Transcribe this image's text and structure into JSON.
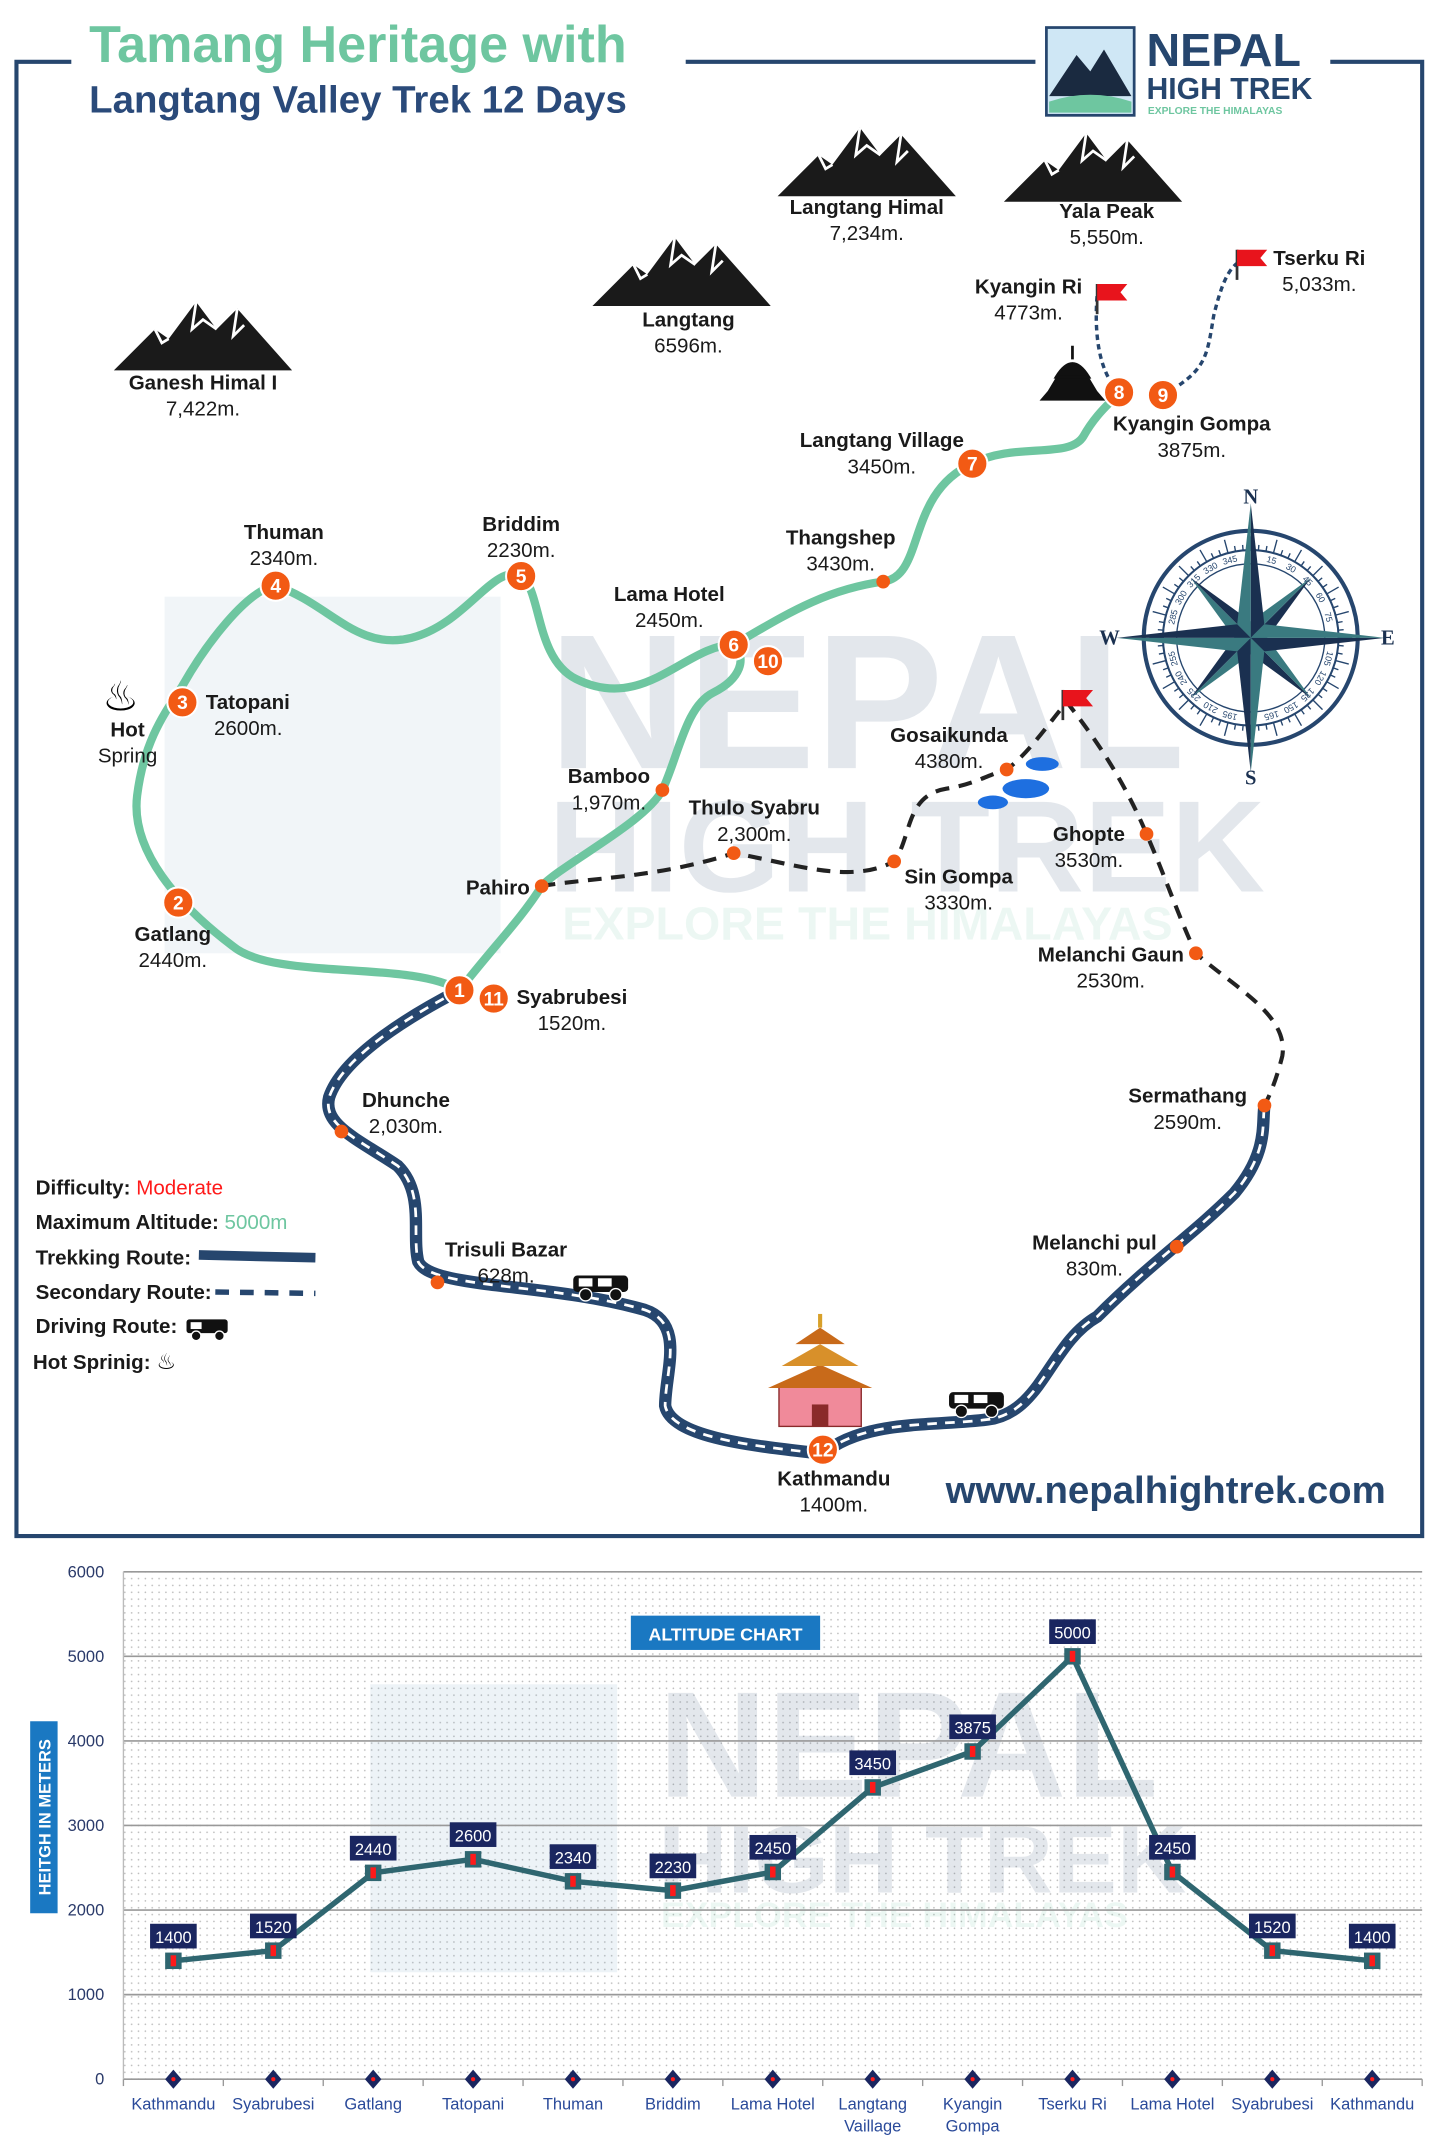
{
  "title": {
    "line1": "Tamang Heritage with",
    "line2": "Langtang Valley Trek 12 Days"
  },
  "logo": {
    "name1": "NEPAL",
    "name2": "HIGH TREK",
    "tagline": "EXPLORE THE HIMALAYAS"
  },
  "colors": {
    "navy": "#26466e",
    "green": "#6ec6a0",
    "marker": "#f25a14",
    "flag": "#e8141c",
    "chart_line": "#2f6670",
    "label_box": "#1a2660",
    "chart_title_box": "#1a78c2"
  },
  "peaks": [
    {
      "name": "Ganesh Himal I",
      "alt": "7,422m."
    },
    {
      "name": "Langtang",
      "alt": "6596m."
    },
    {
      "name": "Langtang Himal",
      "alt": "7,234m."
    },
    {
      "name": "Yala Peak",
      "alt": "5,550m."
    },
    {
      "name": "Kyangin Ri",
      "alt": "4773m."
    },
    {
      "name": "Tserku Ri",
      "alt": "5,033m."
    }
  ],
  "stops": [
    {
      "name": "Tatopani",
      "alt": "2600m."
    },
    {
      "name": "Thuman",
      "alt": "2340m."
    },
    {
      "name": "Briddim",
      "alt": "2230m."
    },
    {
      "name": "Lama Hotel",
      "alt": "2450m."
    },
    {
      "name": "Thangshep",
      "alt": "3430m."
    },
    {
      "name": "Langtang Village",
      "alt": "3450m."
    },
    {
      "name": "Kyangin Gompa",
      "alt": "3875m."
    },
    {
      "name": "Gosaikunda",
      "alt": "4380m."
    },
    {
      "name": "Ghopte",
      "alt": "3530m."
    },
    {
      "name": "Sin Gompa",
      "alt": "3330m."
    },
    {
      "name": "Thulo Syabru",
      "alt": "2,300m."
    },
    {
      "name": "Bamboo",
      "alt": "1,970m."
    },
    {
      "name": "Pahiro",
      "alt": ""
    },
    {
      "name": "Gatlang",
      "alt": "2440m."
    },
    {
      "name": "Syabrubesi",
      "alt": "1520m."
    },
    {
      "name": "Melanchi Gaun",
      "alt": "2530m."
    },
    {
      "name": "Sermathang",
      "alt": "2590m."
    },
    {
      "name": "Dhunche",
      "alt": "2,030m."
    },
    {
      "name": "Trisuli Bazar",
      "alt": "628m."
    },
    {
      "name": "Melanchi pul",
      "alt": "830m."
    },
    {
      "name": "Kathmandu",
      "alt": "1400m."
    }
  ],
  "hot_spring": {
    "line1": "Hot",
    "line2": "Spring"
  },
  "markers": [
    "1",
    "11",
    "2",
    "3",
    "4",
    "5",
    "6",
    "10",
    "7",
    "8",
    "9",
    "12"
  ],
  "compass": {
    "n": "N",
    "s": "S",
    "e": "E",
    "w": "W",
    "degrees": [
      "15",
      "30",
      "45",
      "60",
      "75",
      "105",
      "120",
      "135",
      "150",
      "165",
      "195",
      "210",
      "225",
      "240",
      "255",
      "285",
      "300",
      "315",
      "330",
      "345"
    ]
  },
  "legend": {
    "difficulty_label": "Difficulty:",
    "difficulty_value": "Moderate",
    "max_alt_label": "Maximum Altitude:",
    "max_alt_value": "5000m",
    "trekking": "Trekking Route:",
    "secondary": "Secondary Route:",
    "driving": "Driving Route:",
    "hot_spring": "Hot Sprinig:"
  },
  "website": "www.nepalhightrek.com",
  "chart_data": {
    "type": "line",
    "title": "ALTITUDE CHART",
    "ylabel": "HEITGH IN METERS",
    "xlabel": "",
    "categories": [
      "Kathmandu",
      "Syabrubesi",
      "Gatlang",
      "Tatopani",
      "Thuman",
      "Briddim",
      "Lama Hotel",
      "Langtang Vaillage",
      "Kyangin Gompa",
      "Tserku Ri",
      "Lama Hotel",
      "Syabrubesi",
      "Kathmandu"
    ],
    "values": [
      1400,
      1520,
      2440,
      2600,
      2340,
      2230,
      2450,
      3450,
      3875,
      5000,
      2450,
      1520,
      1400
    ],
    "ylim": [
      0,
      6000
    ],
    "yticks": [
      "0",
      "1000",
      "2000",
      "3000",
      "4000",
      "5000",
      "6000"
    ],
    "grid": true,
    "data_labels": true
  }
}
